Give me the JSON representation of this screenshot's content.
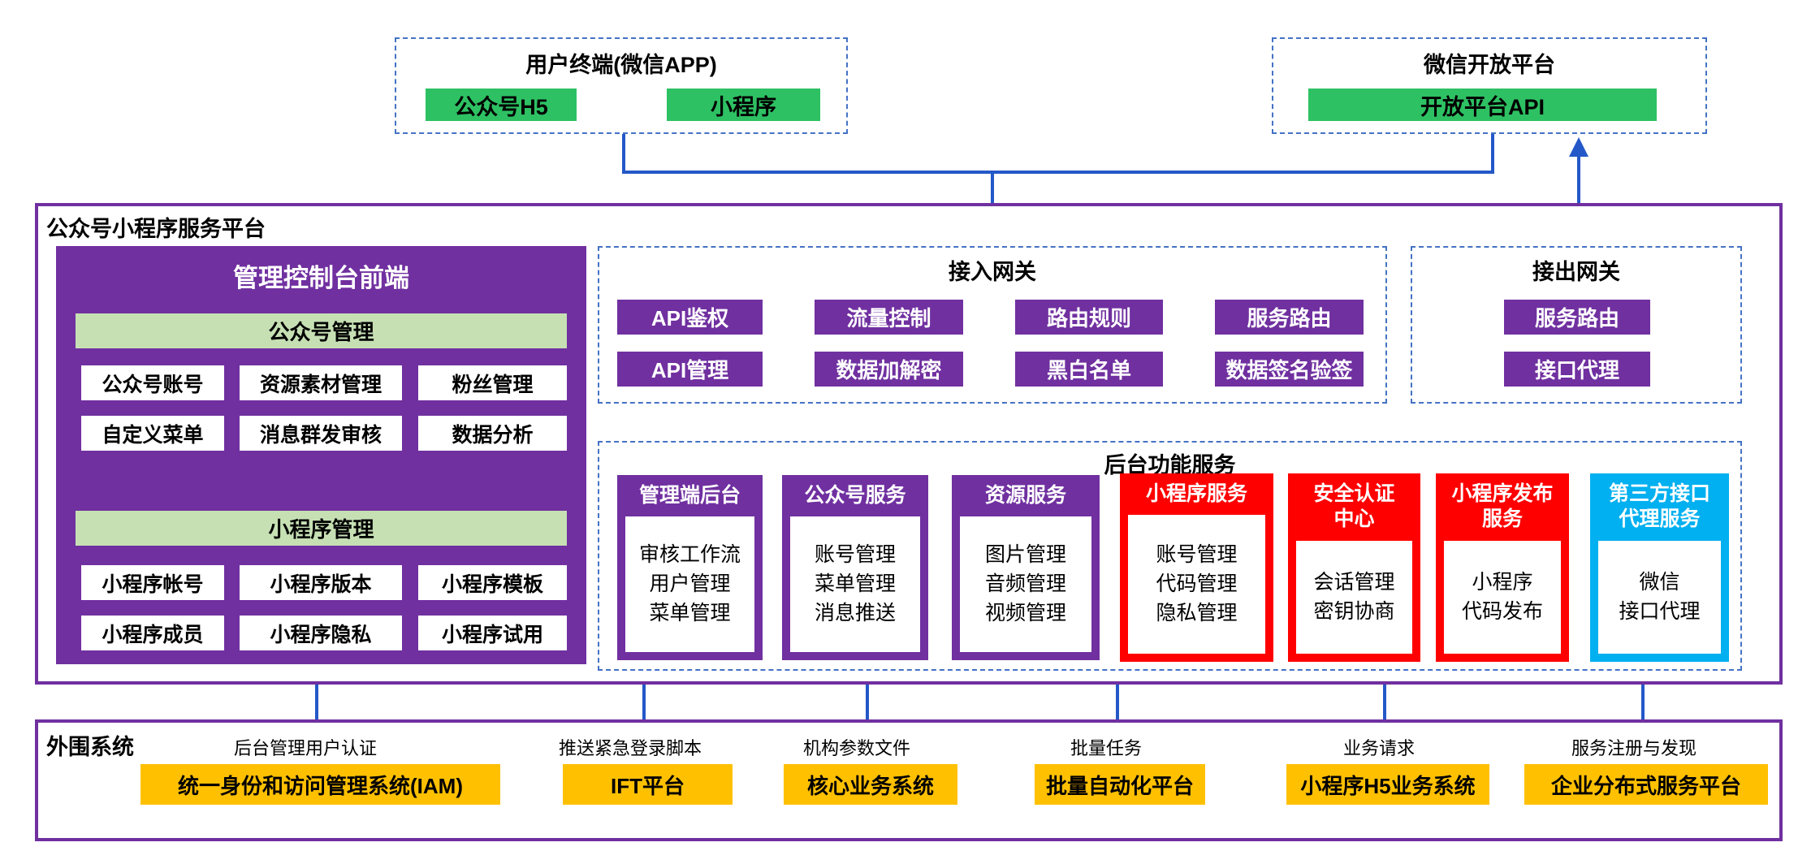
{
  "colors": {
    "purple": "#7030A0",
    "green": "#2EC163",
    "light_green": "#C6E0B4",
    "red": "#FF0000",
    "light_blue": "#00B0F0",
    "orange": "#FFC000",
    "arrow_blue": "#2458C8",
    "dashed_border": "#4472C4"
  },
  "top": {
    "user_terminal": {
      "title": "用户终端(微信APP)",
      "items": [
        "公众号H5",
        "小程序"
      ]
    },
    "open_platform": {
      "title": "微信开放平台",
      "items": [
        "开放平台API"
      ]
    }
  },
  "platform": {
    "title": "公众号小程序服务平台",
    "console": {
      "title": "管理控制台前端",
      "sections": [
        {
          "header": "公众号管理",
          "items": [
            "公众号账号",
            "资源素材管理",
            "粉丝管理",
            "自定义菜单",
            "消息群发审核",
            "数据分析"
          ]
        },
        {
          "header": "小程序管理",
          "items": [
            "小程序帐号",
            "小程序版本",
            "小程序模板",
            "小程序成员",
            "小程序隐私",
            "小程序试用"
          ]
        }
      ]
    },
    "access_gateway": {
      "title": "接入网关",
      "items": [
        "API鉴权",
        "流量控制",
        "路由规则",
        "服务路由",
        "API管理",
        "数据加解密",
        "黑白名单",
        "数据签名验签"
      ]
    },
    "outbound_gateway": {
      "title": "接出网关",
      "items": [
        "服务路由",
        "接口代理"
      ]
    },
    "backend_services": {
      "title": "后台功能服务",
      "services": [
        {
          "title": "管理端后台",
          "color": "purple",
          "lines": [
            "审核工作流",
            "用户管理",
            "菜单管理"
          ]
        },
        {
          "title": "公众号服务",
          "color": "purple",
          "lines": [
            "账号管理",
            "菜单管理",
            "消息推送"
          ]
        },
        {
          "title": "资源服务",
          "color": "purple",
          "lines": [
            "图片管理",
            "音频管理",
            "视频管理"
          ]
        },
        {
          "title": "小程序服务",
          "color": "red",
          "lines": [
            "账号管理",
            "代码管理",
            "隐私管理"
          ]
        },
        {
          "title": "安全认证中心",
          "color": "red",
          "lines": [
            "会话管理",
            "密钥协商"
          ]
        },
        {
          "title": "小程序发布服务",
          "color": "red",
          "lines": [
            "小程序",
            "代码发布"
          ]
        },
        {
          "title": "第三方接口代理服务",
          "color": "blue",
          "lines": [
            "微信",
            "接口代理"
          ]
        }
      ]
    }
  },
  "peripheral": {
    "title": "外围系统",
    "connections": [
      {
        "label": "后台管理用户认证",
        "system": "统一身份和访问管理系统(IAM)"
      },
      {
        "label": "推送紧急登录脚本",
        "system": "IFT平台"
      },
      {
        "label": "机构参数文件",
        "system": "核心业务系统"
      },
      {
        "label": "批量任务",
        "system": "批量自动化平台"
      },
      {
        "label": "业务请求",
        "system": "小程序H5业务系统"
      },
      {
        "label": "服务注册与发现",
        "system": "企业分布式服务平台"
      }
    ]
  }
}
